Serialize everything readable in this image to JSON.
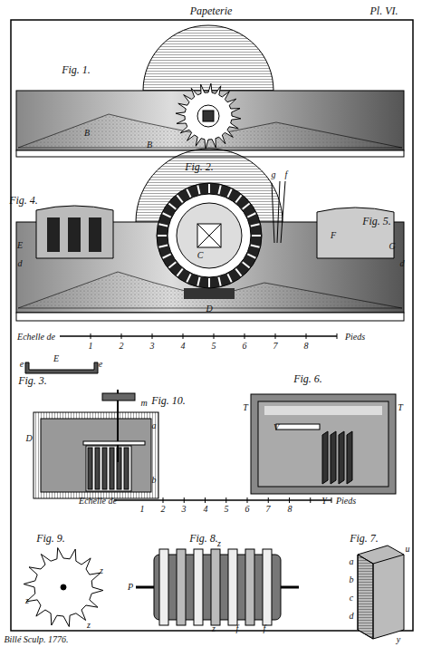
{
  "diagram": {
    "title": "Papeterie",
    "labels": [
      "Pl. VI.",
      "Fig. 1.",
      "B",
      "B",
      "Fig. 2.",
      "Fig. 4.",
      "E",
      "Fig. 5.",
      "F",
      "G",
      "g",
      "f",
      "C",
      "D",
      "d",
      "d",
      "Echelle de",
      "1",
      "2",
      "3",
      "4",
      "5",
      "6",
      "7",
      "8",
      "Pieds",
      "Fig. 3.",
      "e",
      "E",
      "e",
      "m",
      "Fig. 10.",
      "D",
      "a",
      "b",
      "Fig. 6.",
      "T",
      "T",
      "V",
      "Y",
      "Echelle de",
      "1",
      "2",
      "3",
      "4",
      "5",
      "6",
      "7",
      "8",
      "Pieds",
      "Fig. 9.",
      "z",
      "z",
      "z",
      "Fig. 8.",
      "z",
      "z",
      "P",
      "f",
      "f",
      "Fig. 7.",
      "u",
      "a",
      "b",
      "c",
      "d",
      "y",
      "Billé Sculp. 1776."
    ]
  }
}
